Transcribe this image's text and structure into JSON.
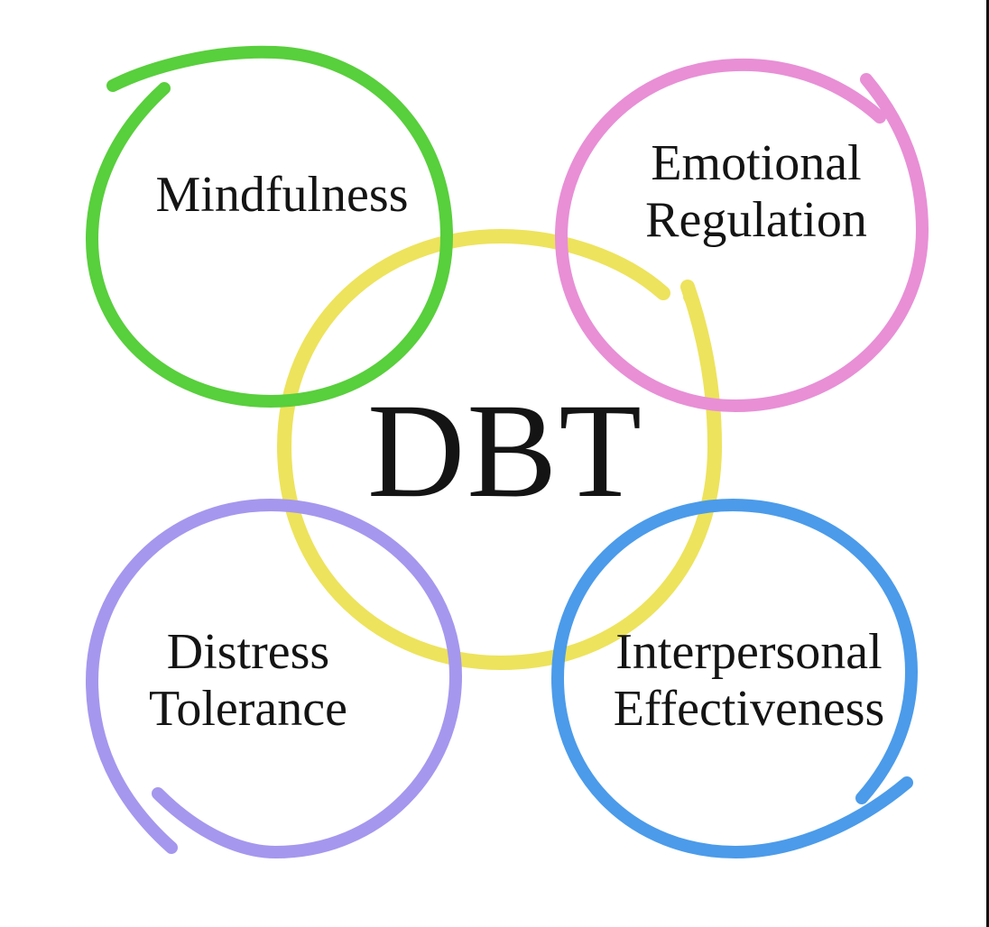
{
  "diagram": {
    "center": {
      "label": "DBT",
      "color": "#ede35c"
    },
    "skills": [
      {
        "id": "mindfulness",
        "lines": [
          "Mindfulness"
        ],
        "color": "#58cf3c"
      },
      {
        "id": "emotional-regulation",
        "lines": [
          "Emotional",
          "Regulation"
        ],
        "color": "#e88fd6"
      },
      {
        "id": "distress-tolerance",
        "lines": [
          "Distress",
          "Tolerance"
        ],
        "color": "#a597ee"
      },
      {
        "id": "interpersonal-effectiveness",
        "lines": [
          "Interpersonal",
          "Effectiveness"
        ],
        "color": "#4b9bea"
      }
    ]
  }
}
